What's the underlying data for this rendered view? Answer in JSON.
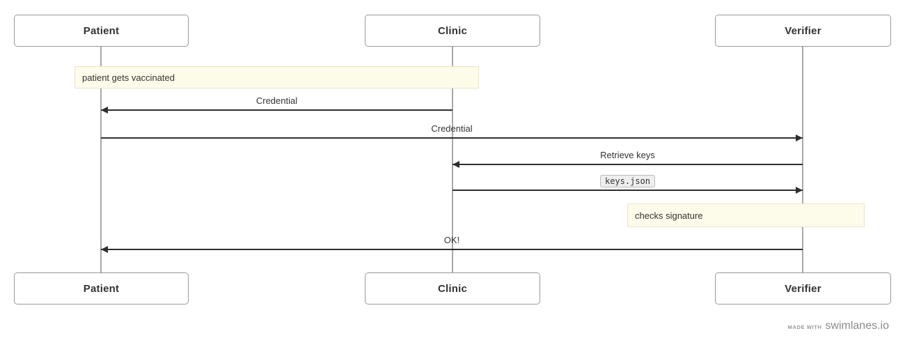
{
  "diagram": {
    "actors": [
      {
        "name": "Patient"
      },
      {
        "name": "Clinic"
      },
      {
        "name": "Verifier"
      }
    ],
    "notes": [
      {
        "text": "patient gets vaccinated",
        "over": "Patient"
      },
      {
        "text": "checks signature",
        "over": "Verifier"
      }
    ],
    "messages": [
      {
        "label": "Credential",
        "from": "Clinic",
        "to": "Patient",
        "direction": "left"
      },
      {
        "label": "Credential",
        "from": "Patient",
        "to": "Verifier",
        "direction": "right"
      },
      {
        "label": "Retrieve keys",
        "from": "Verifier",
        "to": "Clinic",
        "direction": "left"
      },
      {
        "label": "keys.json",
        "from": "Clinic",
        "to": "Verifier",
        "direction": "right",
        "style": "code"
      },
      {
        "label": "OK!",
        "from": "Verifier",
        "to": "Patient",
        "direction": "left"
      }
    ],
    "colors": {
      "note_bg": "#fdfbe9",
      "note_border": "#e9e5cb",
      "arrow": "#2e2e2e",
      "lifeline": "#a8a8a8",
      "box_border": "#999999",
      "text": "#333333",
      "chip_bg": "#eeeeee",
      "chip_border": "#bbbbbb",
      "footer": "#8a8a8a"
    }
  },
  "footer": {
    "made_with": "MADE WITH",
    "brand": "swimlanes.io"
  }
}
